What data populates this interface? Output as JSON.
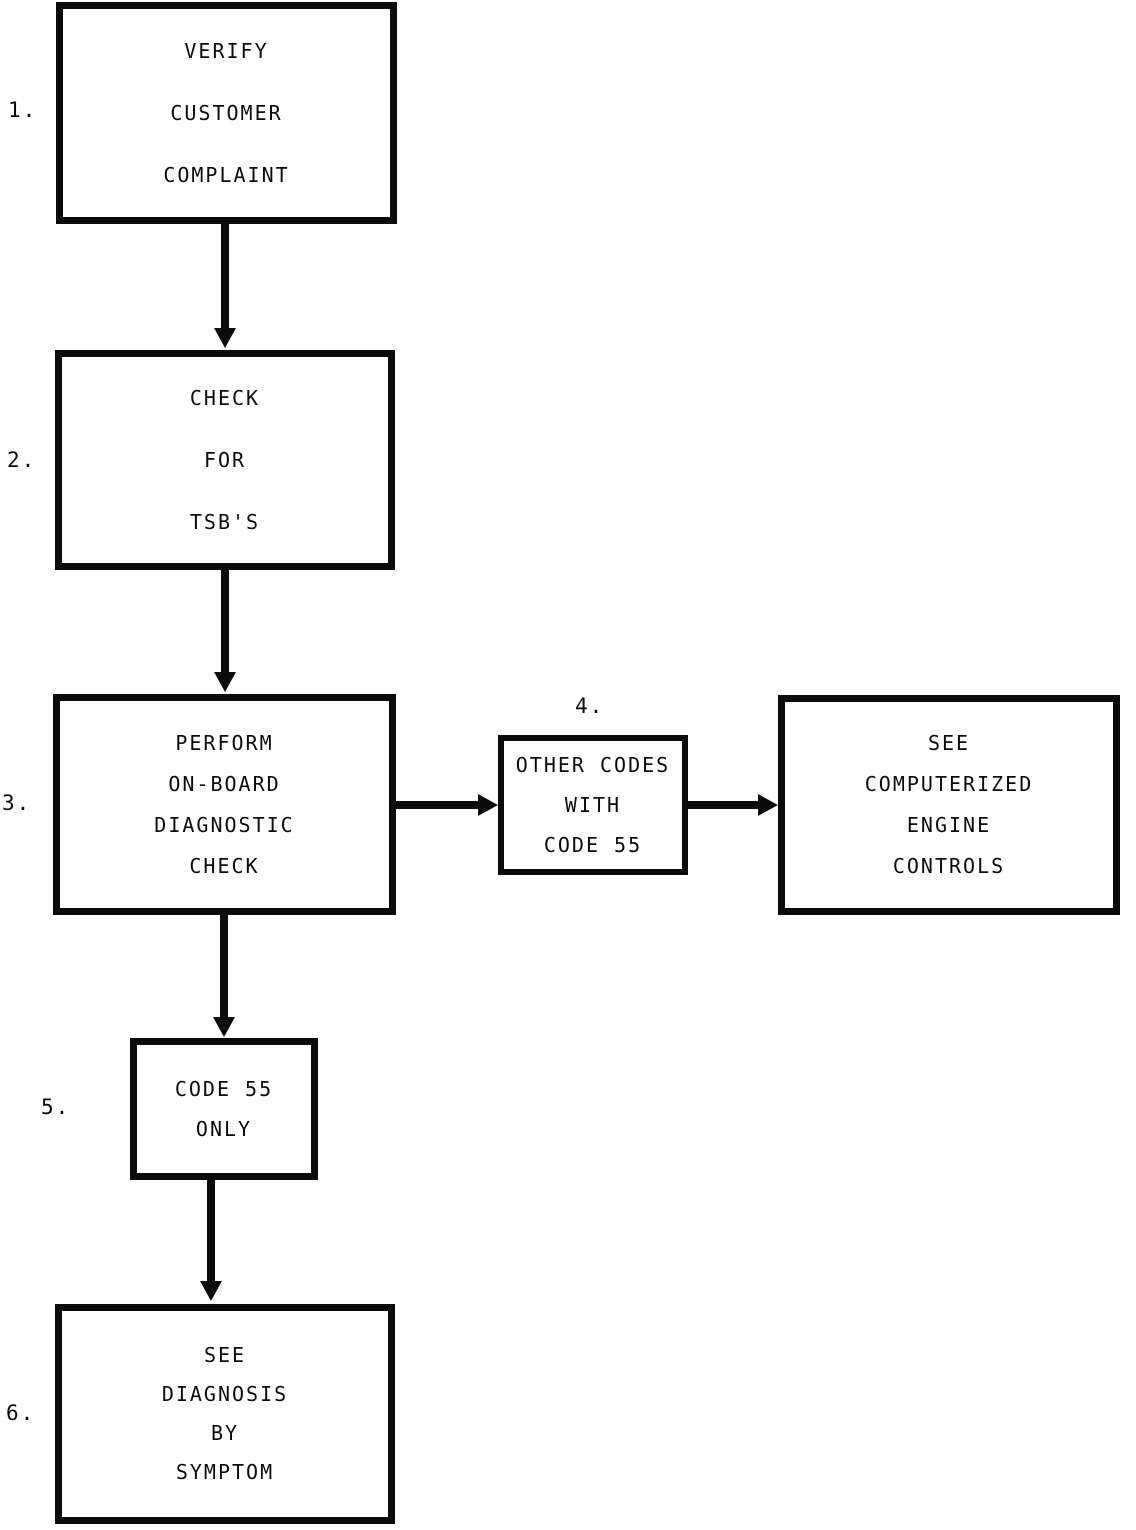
{
  "diagram": {
    "type": "flowchart",
    "colors": {
      "stroke": "#0b0b0b",
      "background": "#ffffff"
    },
    "boxes": {
      "box1": {
        "number": "1.",
        "lines": [
          "VERIFY",
          "CUSTOMER",
          "COMPLAINT"
        ]
      },
      "box2": {
        "number": "2.",
        "lines": [
          "CHECK",
          "FOR",
          "TSB'S"
        ]
      },
      "box3": {
        "number": "3.",
        "lines": [
          "PERFORM",
          "ON-BOARD",
          "DIAGNOSTIC",
          "CHECK"
        ]
      },
      "box4": {
        "number": "4.",
        "lines": [
          "OTHER CODES",
          "WITH",
          "CODE 55"
        ]
      },
      "box_engine": {
        "lines": [
          "SEE",
          "COMPUTERIZED",
          "ENGINE",
          "CONTROLS"
        ]
      },
      "box5": {
        "number": "5.",
        "lines": [
          "CODE 55",
          "ONLY"
        ]
      },
      "box6": {
        "number": "6.",
        "lines": [
          "SEE",
          "DIAGNOSIS",
          "BY",
          "SYMPTOM"
        ]
      }
    },
    "edges": [
      {
        "from": "box1",
        "to": "box2",
        "direction": "down"
      },
      {
        "from": "box2",
        "to": "box3",
        "direction": "down"
      },
      {
        "from": "box3",
        "to": "box4",
        "direction": "right"
      },
      {
        "from": "box4",
        "to": "box_engine",
        "direction": "right"
      },
      {
        "from": "box3",
        "to": "box5",
        "direction": "down"
      },
      {
        "from": "box5",
        "to": "box6",
        "direction": "down"
      }
    ]
  }
}
